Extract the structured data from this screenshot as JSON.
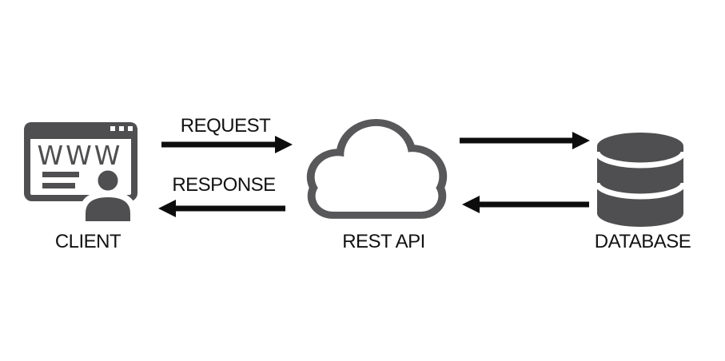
{
  "diagram": {
    "description": "REST API architecture flow diagram",
    "nodes": [
      {
        "id": "client",
        "label": "CLIENT",
        "icon": "browser-user-icon"
      },
      {
        "id": "rest_api",
        "label": "REST API",
        "icon": "cloud-icon"
      },
      {
        "id": "database",
        "label": "DATABASE",
        "icon": "database-cylinder-icon"
      }
    ],
    "edges": [
      {
        "from": "client",
        "to": "rest_api",
        "label": "REQUEST",
        "direction": "right"
      },
      {
        "from": "rest_api",
        "to": "client",
        "label": "RESPONSE",
        "direction": "left"
      },
      {
        "from": "rest_api",
        "to": "database",
        "label": "",
        "direction": "right"
      },
      {
        "from": "database",
        "to": "rest_api",
        "label": "",
        "direction": "left"
      }
    ],
    "client_icon": {
      "browser_text": "WWW"
    }
  },
  "colors": {
    "background": "#ffffff",
    "icon_gray": "#4f4f51",
    "cloud_gray": "#58585a",
    "arrow_black": "#0d0d0d",
    "label_black": "#121212"
  }
}
